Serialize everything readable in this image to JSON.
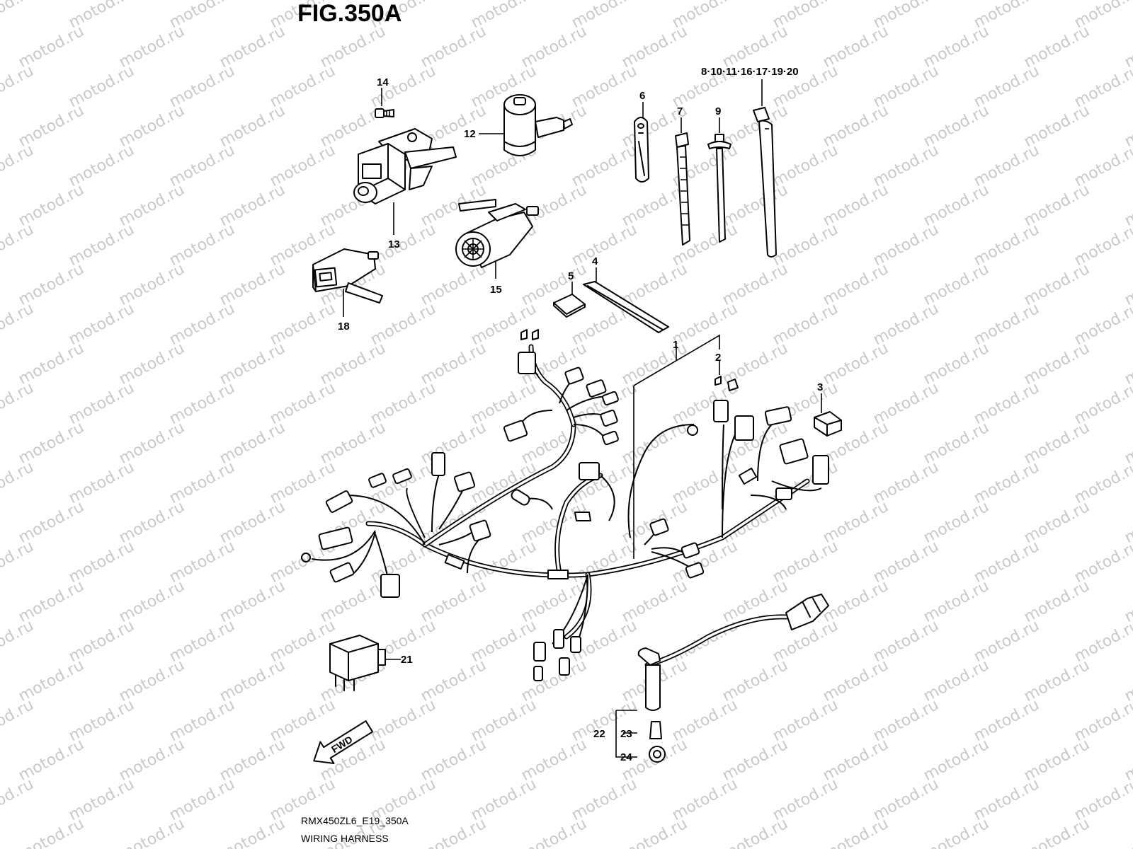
{
  "figure": {
    "title": "FIG.350A",
    "code": "RMX450ZL6_E19_350A",
    "name": "WIRING HARNESS",
    "watermark": "motod.ru",
    "fwd_label": "FWD"
  },
  "callouts": {
    "p1": "1",
    "p2": "2",
    "p3": "3",
    "p4": "4",
    "p5": "5",
    "p6": "6",
    "p7": "7",
    "p9": "9",
    "group_ties": "8·10·11·16·17·19·20",
    "p12": "12",
    "p13": "13",
    "p14": "14",
    "p15": "15",
    "p18": "18",
    "p21": "21",
    "p22": "22",
    "p23": "23",
    "p24": "24"
  },
  "icons": [
    "fwd-arrow-icon",
    "bolt-icon",
    "switch-icon",
    "relay-icon",
    "cable-tie-icon",
    "clamp-icon"
  ]
}
